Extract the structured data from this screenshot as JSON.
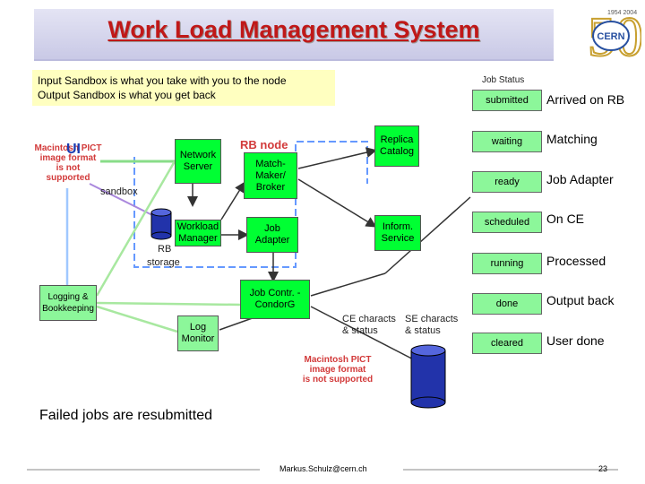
{
  "slide": {
    "title": "Work Load Management System",
    "note_line1": "Input Sandbox is what you take with you to the node",
    "note_line2": "Output Sandbox is what you get back",
    "footer_text": "Failed jobs are resubmitted",
    "author": "Markus.Schulz@cern.ch",
    "page_number": "23"
  },
  "logo": {
    "years": "1954 2004",
    "number": "50",
    "org": "CERN"
  },
  "pict_placeholder": {
    "line1": "Macintosh PICT",
    "line2": "image format",
    "line3": "is not supported"
  },
  "diagram": {
    "ui_label": "UI",
    "sandbox_label": "sandbox",
    "rb_storage_line1": "RB",
    "rb_storage_line2": "storage",
    "rb_node_label": "RB node",
    "network_server": "Network Server",
    "workload_manager": "Workload Manager",
    "match_maker": "Match-Maker/ Broker",
    "job_adapter": "Job Adapter",
    "replica_catalog": "Replica Catalog",
    "inform_service": "Inform. Service",
    "job_contr": "Job Contr. - CondorG",
    "logging": "Logging & Bookkeeping",
    "log_monitor": "Log Monitor",
    "ce_characts": "CE characts & status",
    "se_characts": "SE characts & status"
  },
  "job_status": {
    "header": "Job Status",
    "items": [
      {
        "state": "submitted",
        "desc": "Arrived on RB"
      },
      {
        "state": "waiting",
        "desc": "Matching"
      },
      {
        "state": "ready",
        "desc": "Job Adapter"
      },
      {
        "state": "scheduled",
        "desc": "On CE"
      },
      {
        "state": "running",
        "desc": "Processed"
      },
      {
        "state": "done",
        "desc": "Output back"
      },
      {
        "state": "cleared",
        "desc": "User done"
      }
    ]
  },
  "colors": {
    "title": "#c01818",
    "box_green": "#00ff33",
    "box_light_green": "#8cf79a",
    "note_bg": "#ffffc0",
    "arrow_green": "#a8e8a0",
    "arrow_blue": "#a0c8ff"
  }
}
